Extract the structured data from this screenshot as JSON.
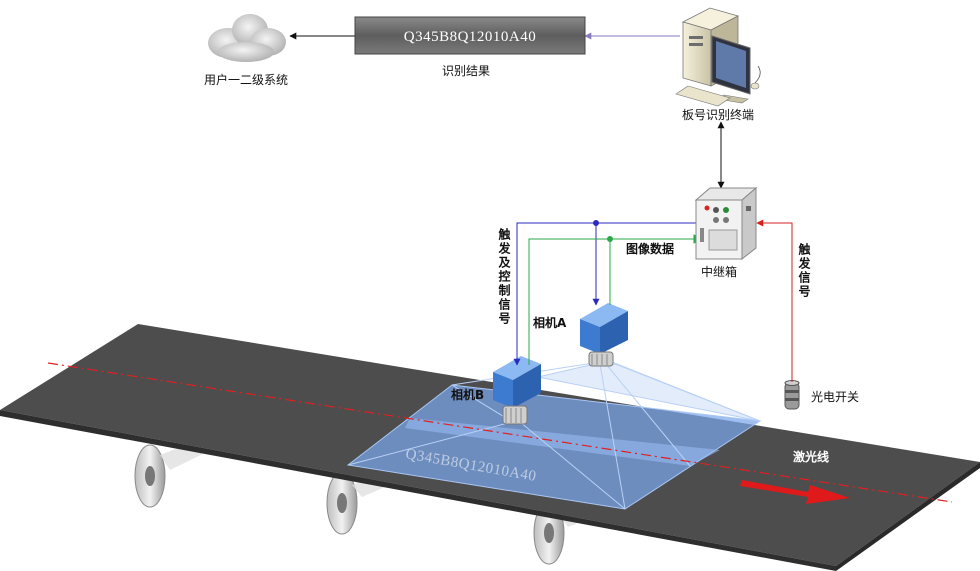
{
  "result_box": {
    "plate_number": "Q345B8Q12010A40",
    "caption": "识别结果"
  },
  "cloud": {
    "label": "用户一二级系统",
    "icon": "cloud-icon"
  },
  "terminal": {
    "label": "板号识别终端",
    "icon": "computer-icon"
  },
  "relay_box": {
    "label": "中继箱",
    "icon": "relay-cabinet-icon"
  },
  "labels": {
    "trigger_control": "触发及控制信号",
    "image_data": "图像数据",
    "trigger_signal": "触发信号",
    "camera_a": "相机A",
    "camera_b": "相机B",
    "photo_switch": "光电开关",
    "laser_line": "激光线"
  },
  "steel_plate": {
    "marking": "Q345B8Q12010A40"
  },
  "colors": {
    "control_line": "#2b2bbf",
    "image_line": "#2aa84a",
    "trigger_line": "#d62020",
    "terminal_line": "#8a7ac0",
    "camera": "#3f7fd0",
    "fov": "#6d9ee6",
    "belt": "#4d4d4d"
  }
}
